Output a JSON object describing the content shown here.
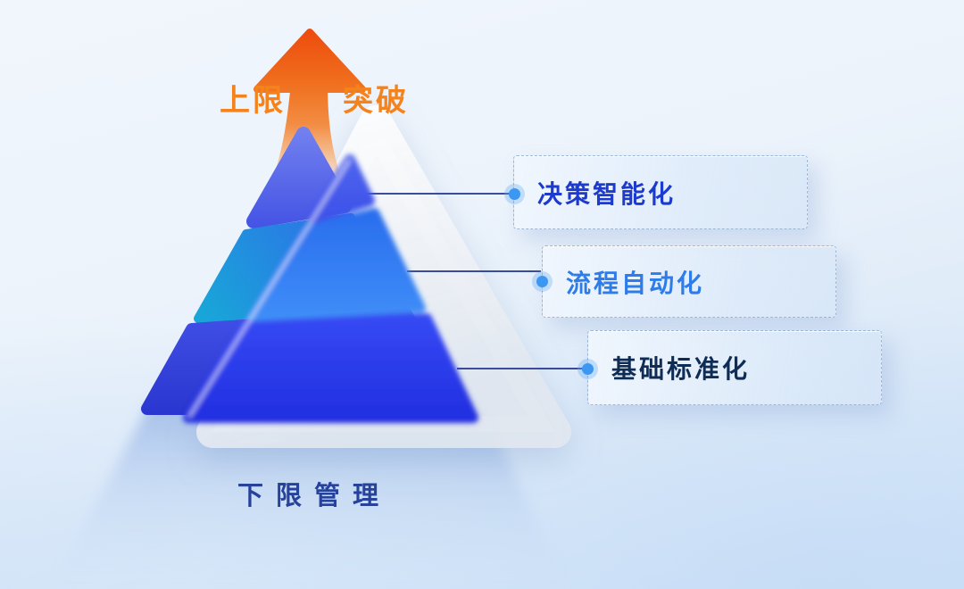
{
  "diagram": {
    "top_labels": {
      "left": "上限",
      "right": "突破"
    },
    "bottom_label": "下限管理",
    "levels": [
      {
        "label": "决策智能化",
        "color": "#1d3ace"
      },
      {
        "label": "流程自动化",
        "color": "#2e7cea"
      },
      {
        "label": "基础标准化",
        "color": "#0f2c55"
      }
    ],
    "colors": {
      "accent_orange": "#f5831d",
      "bottom_label_color": "#26429a",
      "connector_line": "#2c3f93",
      "connector_dot": "#3b97f2",
      "front_tier_top": "#4156ea",
      "front_tier_middle": "#2e7cf2",
      "front_tier_base": "#2c3cee",
      "back_tier_top": "#5c6be8",
      "back_tier_middle": "#1ea6d6",
      "back_tier_base": "#3646dc",
      "glass": "#eef2f7"
    }
  }
}
